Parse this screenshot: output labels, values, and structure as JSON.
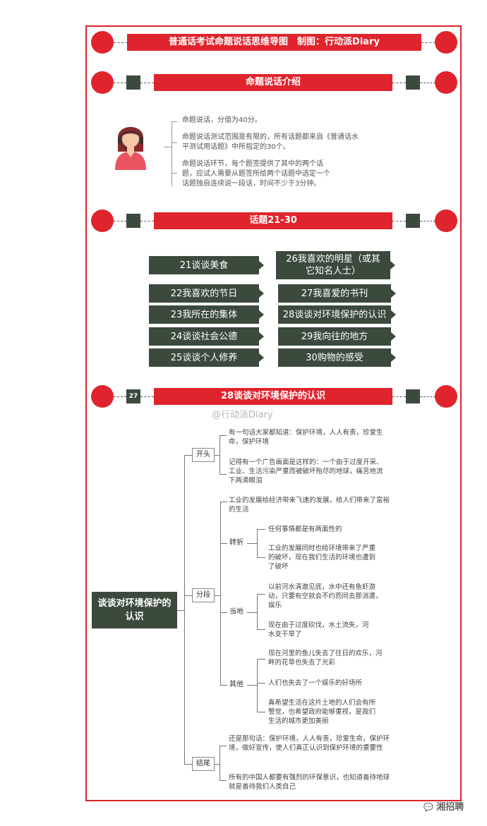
{
  "header": {
    "title": "普通话考试命题说话思维导图　制图：行动派Diary"
  },
  "intro": {
    "title": "命题说话介绍",
    "paragraphs": [
      "命题说话，分值为40分。",
      "命题说话测试范围是有限的，所有话题都来自《普通话水平测试用话题》中所指定的30个。",
      "命题说话环节，每个题签提供了其中的两个话题，应试人需要从题签所给两个话题中选定一个话题独自连续说一段话，时间不少于3分钟。"
    ]
  },
  "topics": {
    "title": "话题21-30",
    "left": [
      "21谈谈美食",
      "22我喜欢的节日",
      "23我所在的集体",
      "24谈谈社会公德",
      "25谈谈个人修养"
    ],
    "right": [
      "26我喜欢的明星（或其它知名人士）",
      "27我喜爱的书刊",
      "28谈谈对环境保护的认识",
      "29我向往的地方",
      "30购物的感受"
    ]
  },
  "mindmap": {
    "page_number": "27",
    "title": "28谈谈对环境保护的认识",
    "watermark": "@行动派Diary",
    "root": "谈谈对环境保护的认识",
    "opening": {
      "label": "开头",
      "leaves": [
        "有一句话大家都知道：保护环境，人人有责，珍爱生命，保护环境",
        "记得有一个广告画面是这样的：一个由于过度开采、工业、生活污染严重而被破坏殆尽的地球，痛苦地流下两滴眼泪"
      ]
    },
    "body": {
      "label": "分段",
      "intro": "工业的发展给经济带来飞速的发展，给人们带来了富裕的生活",
      "turn": {
        "label": "转折",
        "leaves": [
          "任何事情都是有两面性的",
          "工业的发展同时也给环境带来了严重的破坏，现在我们生活的环境也遭到了破坏"
        ]
      },
      "local": {
        "label": "当地",
        "leaves": [
          "以前河水清澈见底，水中还有鱼虾游动，只要有空就会不约而同去那消遣，娱乐",
          "现在由于过度砍伐，水土流失，河水变干旱了"
        ]
      },
      "other": {
        "label": "其他",
        "leaves": [
          "现在河里的鱼儿失去了往日的欢乐，河畔的花草也失去了光彩",
          "人们也失去了一个娱乐的好场所",
          "真希望生活在这片土地的人们会有所警觉，也希望政府能够重视，是我们生活的城市更加美丽"
        ]
      }
    },
    "ending": {
      "label": "结尾",
      "leaves": [
        "还是那句话：保护环境，人人有责，珍爱生命，保护环境，做好宣传，使人们真正认识到保护环境的重要性",
        "所有的中国人都要有强烈的环保意识，也知道善待地球就是善待我们人类自己"
      ]
    }
  },
  "footer": {
    "brand": "湘招聘"
  }
}
